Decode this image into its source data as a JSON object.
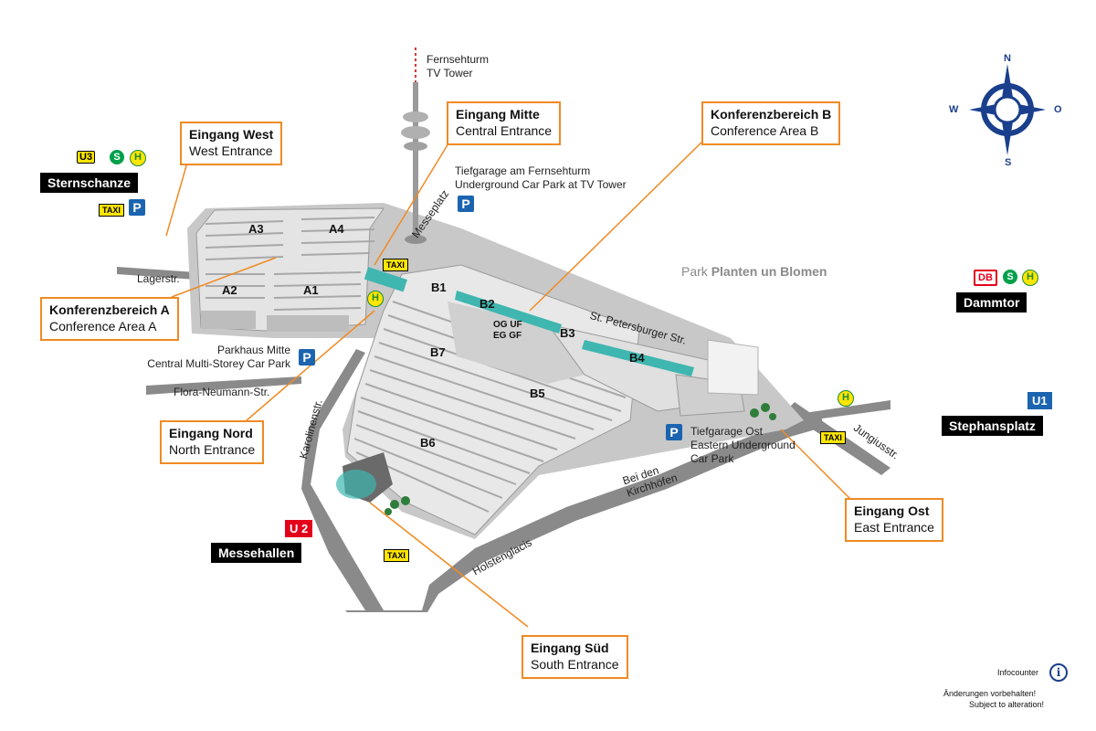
{
  "colors": {
    "callout_border": "#f08a24",
    "road": "#8a8a8a",
    "building": "#dcdcdc",
    "glass": "#3fb6b0",
    "parking_blue": "#1b64b0",
    "taxi_yellow": "#ffe500",
    "db_red": "#e3001b",
    "s_green": "#00a04a",
    "compass_blue": "#1a3f8c"
  },
  "icons": {
    "compass": "compass-rose-icon",
    "parking": "parking-icon",
    "taxi": "taxi-icon",
    "bus": "bus-stop-icon",
    "sbahn": "s-bahn-icon",
    "info": "info-icon"
  },
  "compass": {
    "n": "N",
    "s": "S",
    "w": "W",
    "o": "O"
  },
  "tower": {
    "line1": "Fernsehturm",
    "line2": "TV Tower"
  },
  "callouts": {
    "west": {
      "de": "Eingang West",
      "en": "West Entrance"
    },
    "mitte": {
      "de": "Eingang Mitte",
      "en": "Central Entrance"
    },
    "konf_b": {
      "de": "Konferenzbereich B",
      "en": "Conference Area B"
    },
    "konf_a": {
      "de": "Konferenzbereich A",
      "en": "Conference Area A"
    },
    "nord": {
      "de": "Eingang Nord",
      "en": "North Entrance"
    },
    "ost": {
      "de": "Eingang Ost",
      "en": "East Entrance"
    },
    "sued": {
      "de": "Eingang Süd",
      "en": "South Entrance"
    }
  },
  "stations": {
    "sternschanze": {
      "name": "Sternschanze",
      "u": "U3",
      "s": "S",
      "h": "H"
    },
    "dammtor": {
      "name": "Dammtor",
      "db": "DB",
      "s": "S",
      "h": "H"
    },
    "stephansplatz": {
      "name": "Stephansplatz",
      "u": "U1"
    },
    "messehallen": {
      "name": "Messehallen",
      "u": "U 2"
    }
  },
  "taxi_label": "TAXI",
  "parking_label": "P",
  "bus_label": "H",
  "parking": {
    "tv": {
      "line1": "Tiefgarage am Fernsehturm",
      "line2": "Underground Car Park at TV Tower"
    },
    "mitte": {
      "line1": "Parkhaus Mitte",
      "line2": "Central Multi-Storey Car Park"
    },
    "ost": {
      "line1": "Tiefgarage Ost",
      "line2": "Eastern Underground",
      "line3": "Car Park"
    }
  },
  "park": {
    "prefix": "Park",
    "name": "Planten un Blomen"
  },
  "halls": [
    "A1",
    "A2",
    "A3",
    "A4",
    "B1",
    "B2",
    "B3",
    "B4",
    "B5",
    "B6",
    "B7"
  ],
  "floors": {
    "upper": "OG UF",
    "ground": "EG GF"
  },
  "streets": {
    "lager": "Lagerstr.",
    "messeplatz": "Messeplatz",
    "flora": "Flora-Neumann-Str.",
    "karoline": "Karolinenstr.",
    "stpetersburger": "St. Petersburger Str.",
    "jungius": "Jungiusstr.",
    "kirchhoefen_1": "Bei den",
    "kirchhoefen_2": "Kirchhöfen",
    "holstenglacis": "Holstenglacis"
  },
  "footer": {
    "infocounter": "Infocounter",
    "info_icon": "i",
    "notice_de": "Änderungen vorbehalten!",
    "notice_en": "Subject to alteration!"
  }
}
